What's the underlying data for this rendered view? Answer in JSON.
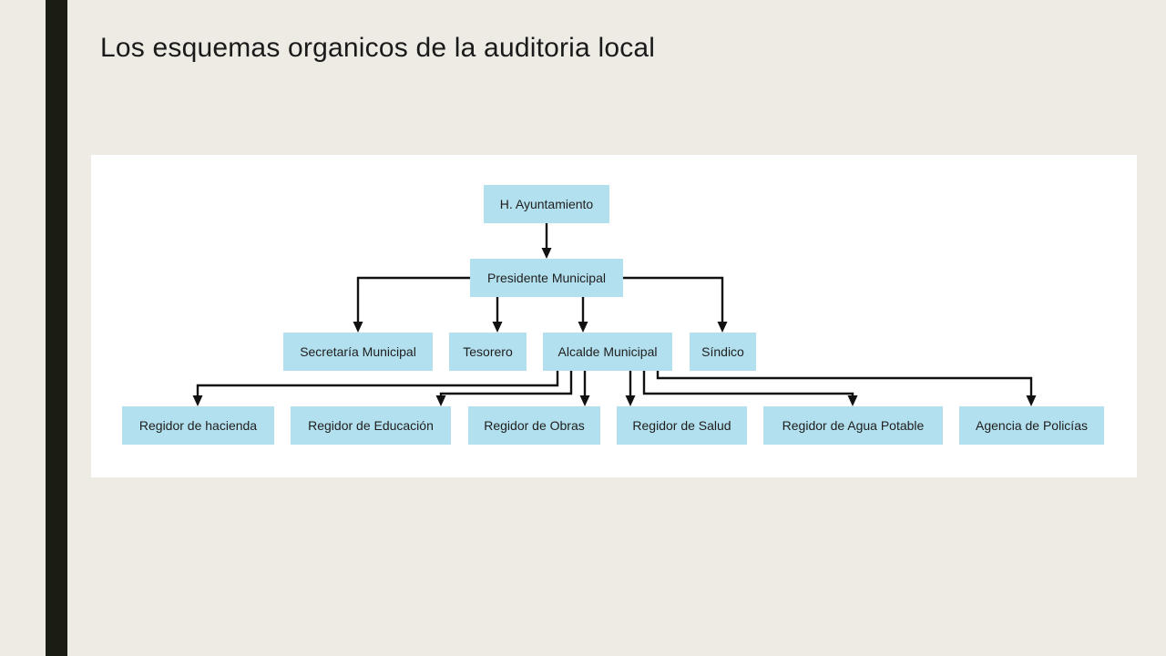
{
  "slide": {
    "title": "Los esquemas organicos de la auditoria local"
  },
  "diagram": {
    "nodes": [
      {
        "id": "ayuntamiento",
        "label": "H. Ayuntamiento"
      },
      {
        "id": "presidente",
        "label": "Presidente Municipal"
      },
      {
        "id": "secretaria",
        "label": "Secretaría Municipal"
      },
      {
        "id": "tesorero",
        "label": "Tesorero"
      },
      {
        "id": "alcalde",
        "label": "Alcalde Municipal"
      },
      {
        "id": "sindico",
        "label": "Síndico"
      },
      {
        "id": "hacienda",
        "label": "Regidor de hacienda"
      },
      {
        "id": "educacion",
        "label": "Regidor de Educación"
      },
      {
        "id": "obras",
        "label": "Regidor de Obras"
      },
      {
        "id": "salud",
        "label": "Regidor de Salud"
      },
      {
        "id": "agua",
        "label": "Regidor de Agua Potable"
      },
      {
        "id": "policias",
        "label": "Agencia de Policías"
      }
    ],
    "edges": [
      {
        "from": "ayuntamiento",
        "to": "presidente"
      },
      {
        "from": "presidente",
        "to": "secretaria"
      },
      {
        "from": "presidente",
        "to": "tesorero"
      },
      {
        "from": "presidente",
        "to": "alcalde"
      },
      {
        "from": "presidente",
        "to": "sindico"
      },
      {
        "from": "alcalde",
        "to": "hacienda"
      },
      {
        "from": "alcalde",
        "to": "educacion"
      },
      {
        "from": "alcalde",
        "to": "obras"
      },
      {
        "from": "alcalde",
        "to": "salud"
      },
      {
        "from": "alcalde",
        "to": "agua"
      },
      {
        "from": "alcalde",
        "to": "policias"
      }
    ],
    "colors": {
      "node_fill": "#b3e0ee",
      "connector": "#111111",
      "panel": "#ffffff",
      "background": "#eeebe4",
      "side_bar": "#1b1c12"
    }
  }
}
